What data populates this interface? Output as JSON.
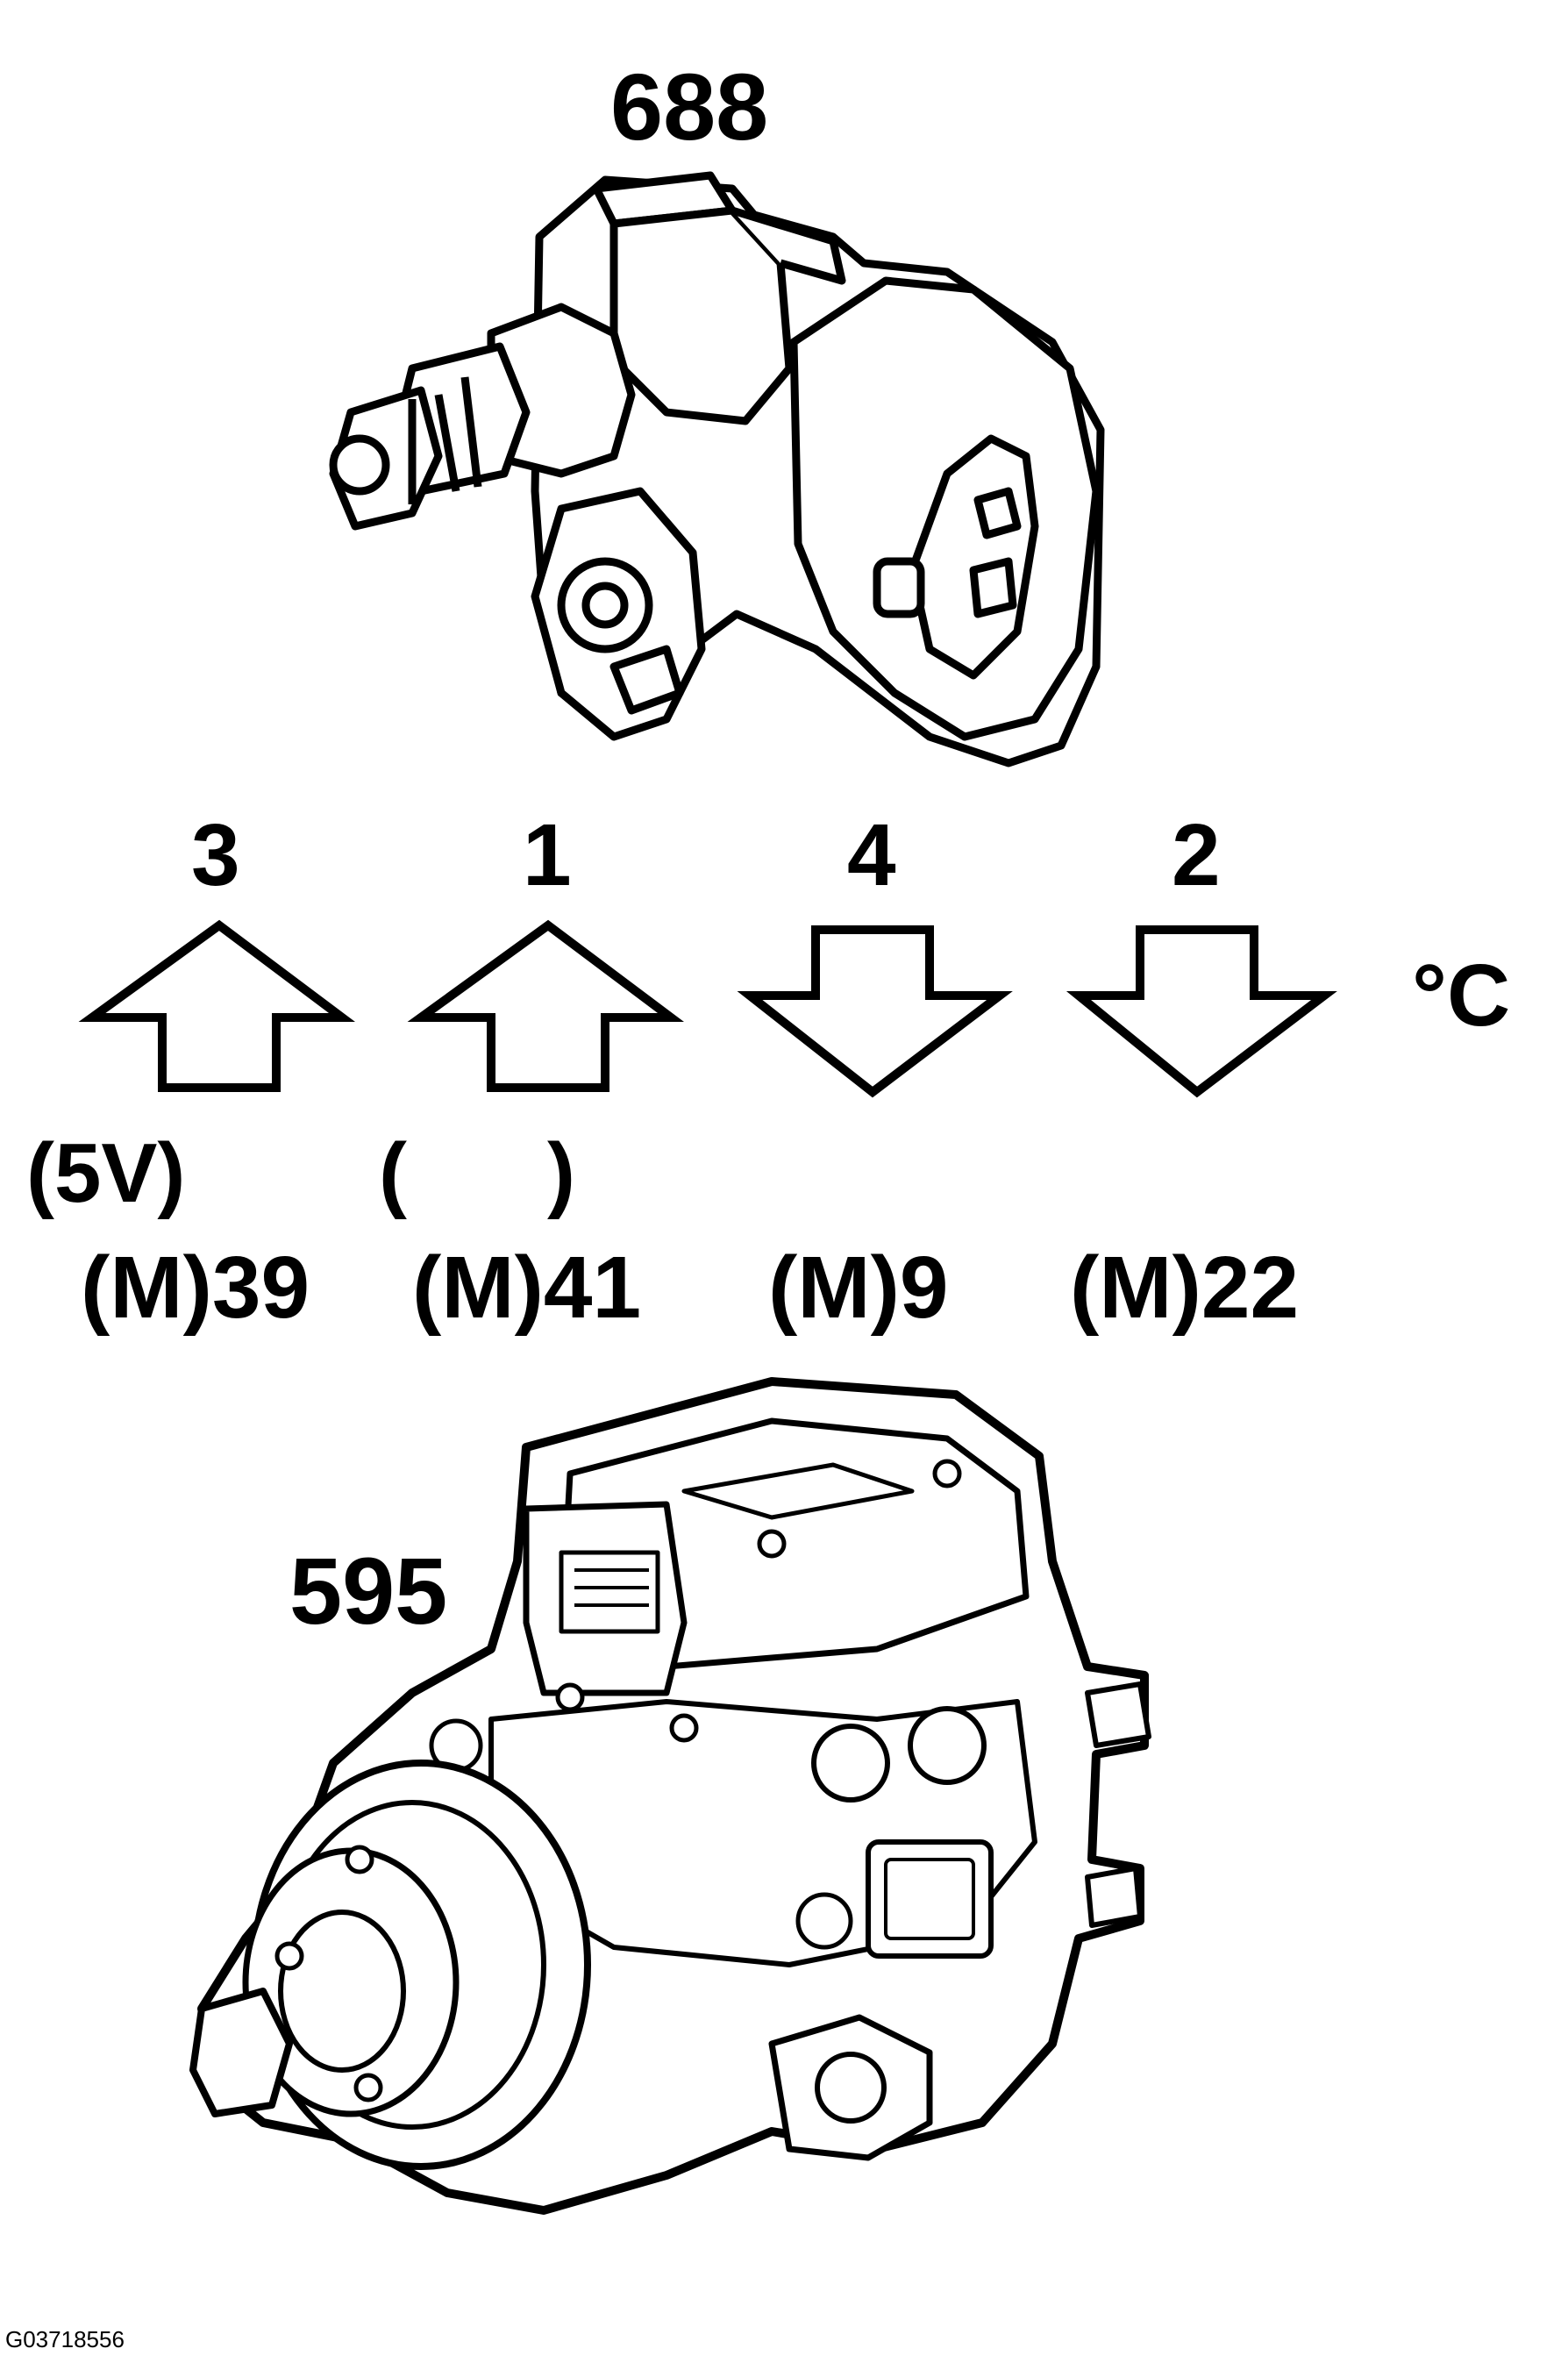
{
  "components": {
    "sensor": {
      "ref": "688",
      "icon": "fuel-temperature-sensor-drawing"
    },
    "pump": {
      "ref": "595",
      "icon": "injection-pump-drawing"
    }
  },
  "pins": [
    {
      "pin": "3",
      "direction": "up",
      "voltage": "(5V)",
      "terminal": "(M)39"
    },
    {
      "pin": "1",
      "direction": "up",
      "voltage": "(      )",
      "terminal": "(M)41"
    },
    {
      "pin": "4",
      "direction": "down",
      "voltage": "",
      "terminal": "(M)9"
    },
    {
      "pin": "2",
      "direction": "down",
      "voltage": "",
      "terminal": "(M)22"
    }
  ],
  "unit": "°C",
  "figure_id": "G03718556"
}
